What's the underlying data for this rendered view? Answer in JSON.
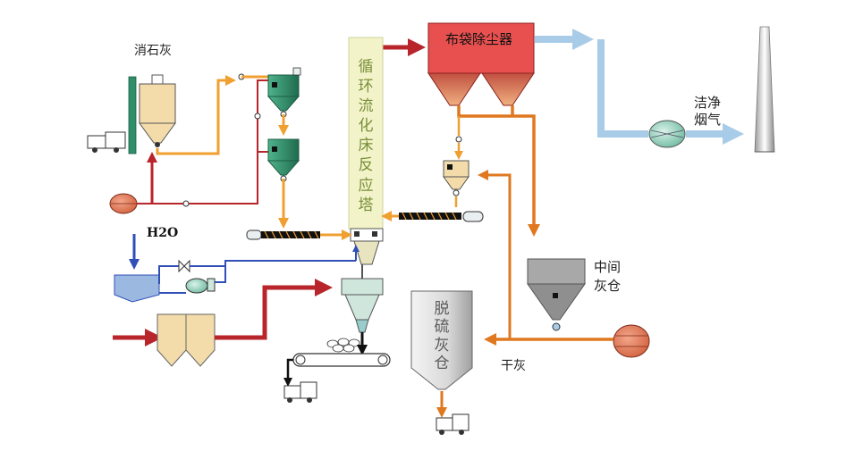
{
  "labels": {
    "slaked_lime": "消石灰",
    "bag_filter": "布袋除尘器",
    "clean_flue_gas_line1": "洁净",
    "clean_flue_gas_line2": "烟气",
    "reactor_tower": "循环流化床反应塔",
    "water": "H2O",
    "intermediate_silo_line1": "中间",
    "intermediate_silo_line2": "灰仓",
    "desulfurization_silo": "脱硫灰仓",
    "dry_ash": "干灰"
  },
  "colors": {
    "flue_gas_red": "#b8252b",
    "lime_orange": "#f0a030",
    "ash_orange": "#e07820",
    "water_blue": "#3050b8",
    "clean_gas_blue": "#a8cce8",
    "bag_filter_fill": "#e85050",
    "reactor_fill": "#f2f3c8",
    "silo_green": "#2e8f6a",
    "lime_silo_fill": "#f3dcaa"
  },
  "icons": [
    "truck-icon",
    "fan-icon",
    "valve-icon",
    "pump-icon",
    "screw-conveyor-icon",
    "belt-conveyor-icon",
    "chimney-icon"
  ]
}
